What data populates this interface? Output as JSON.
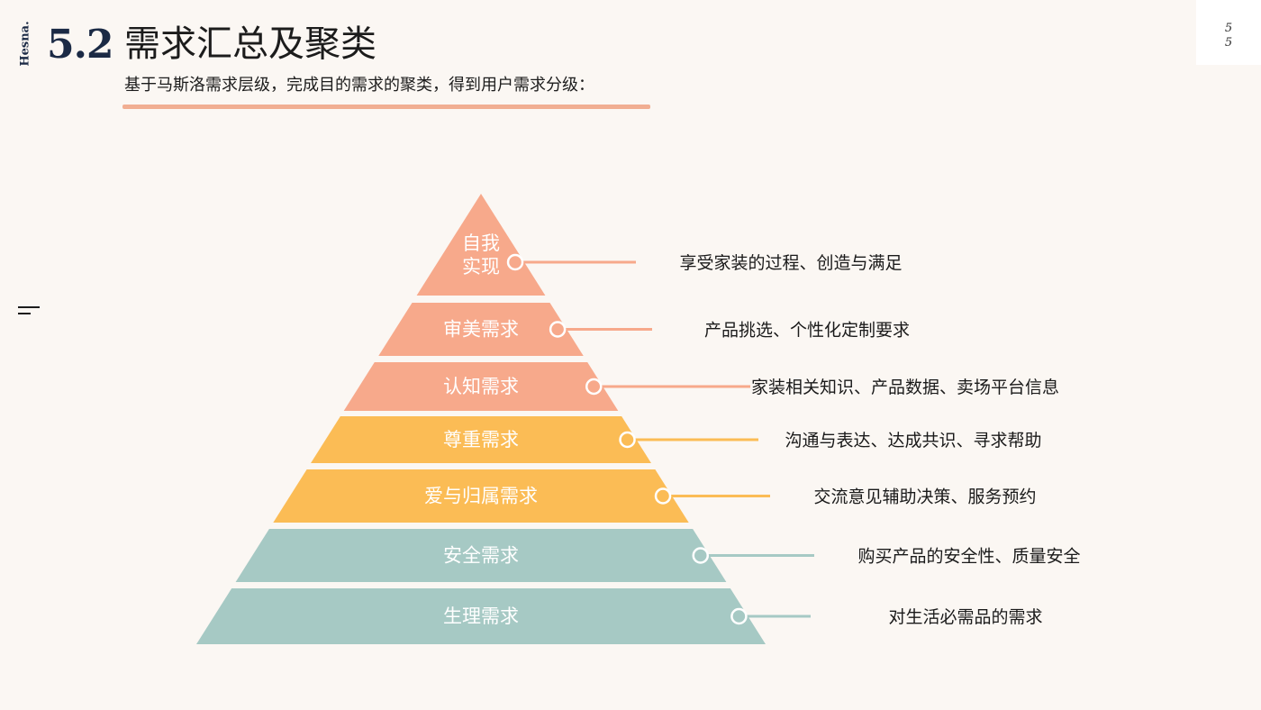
{
  "brand": {
    "logo_text": "Hesna."
  },
  "header": {
    "section_number": "5.2",
    "title": "需求汇总及聚类",
    "subtitle": "基于马斯洛需求层级，完成目的需求的聚类，得到用户需求分级："
  },
  "page": {
    "number_top": "5",
    "number_bottom": "5"
  },
  "icons": {
    "menu": "menu-icon"
  },
  "colors": {
    "peach": "#f7a98b",
    "yellow": "#fbbc55",
    "teal": "#a6c9c4",
    "accent_line": "#f1ae92"
  },
  "pyramid": {
    "levels": [
      {
        "label_lines": [
          "自我",
          "实现"
        ],
        "need": "享受家装的过程、创造与满足",
        "color": "#f7a98b"
      },
      {
        "label_lines": [
          "审美需求"
        ],
        "need": "产品挑选、个性化定制要求",
        "color": "#f7a98b"
      },
      {
        "label_lines": [
          "认知需求"
        ],
        "need": "家装相关知识、产品数据、卖场平台信息",
        "color": "#f7a98b"
      },
      {
        "label_lines": [
          "尊重需求"
        ],
        "need": "沟通与表达、达成共识、寻求帮助",
        "color": "#fbbc55"
      },
      {
        "label_lines": [
          "爱与归属需求"
        ],
        "need": "交流意见辅助决策、服务预约",
        "color": "#fbbc55"
      },
      {
        "label_lines": [
          "安全需求"
        ],
        "need": "购买产品的安全性、质量安全",
        "color": "#a6c9c4"
      },
      {
        "label_lines": [
          "生理需求"
        ],
        "need": "对生活必需品的需求",
        "color": "#a6c9c4"
      }
    ]
  }
}
